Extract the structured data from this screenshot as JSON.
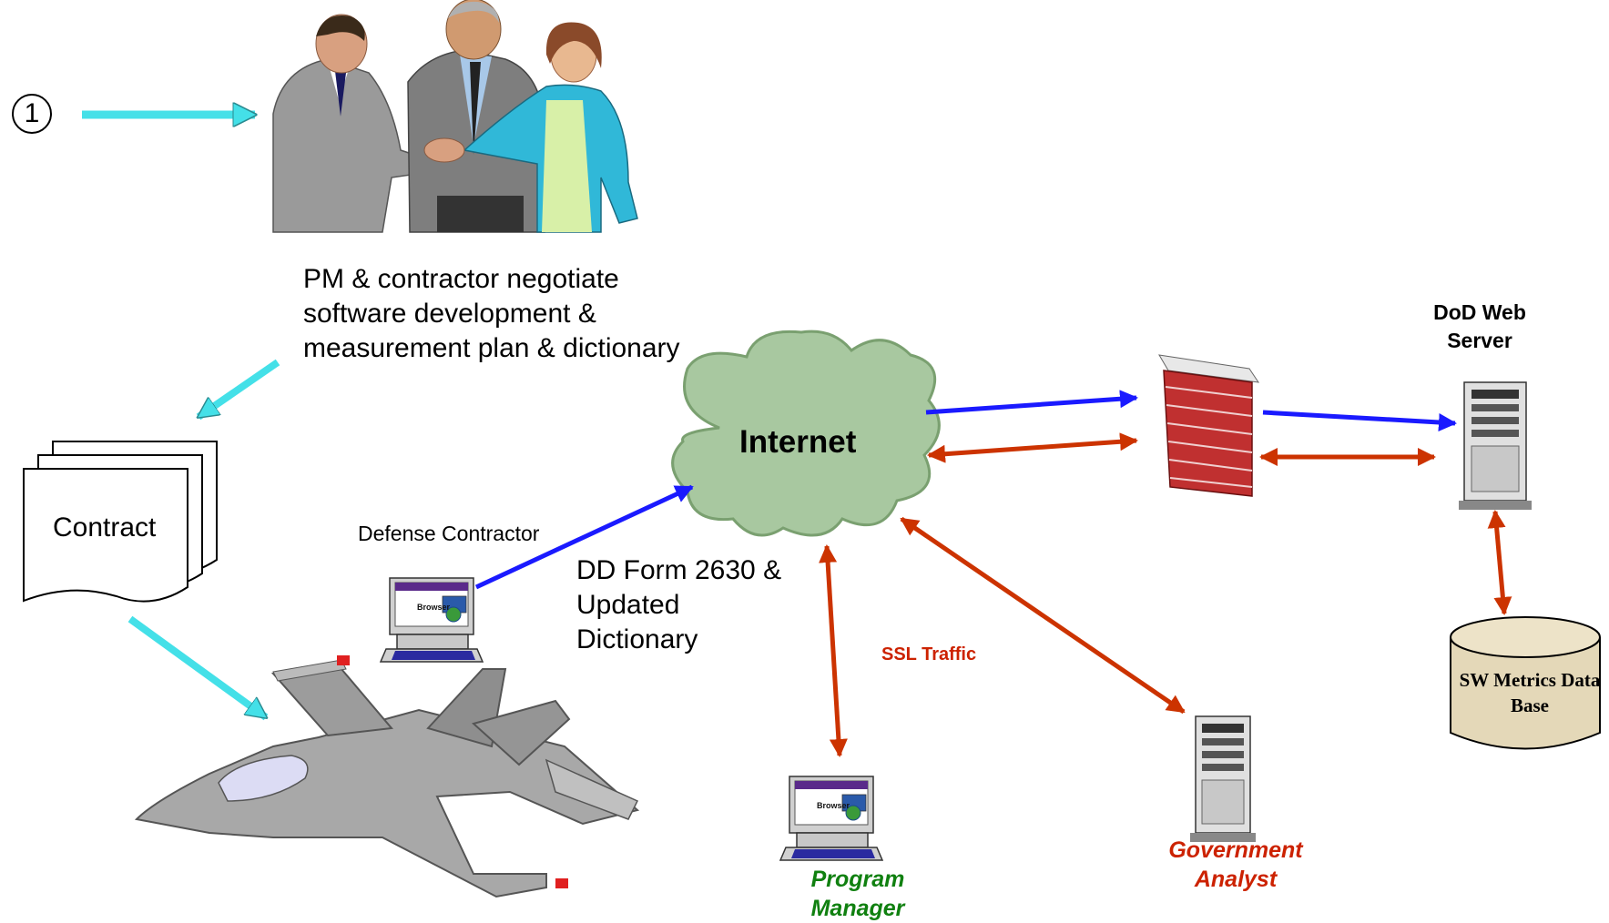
{
  "diagram": {
    "step_marker": "1",
    "negotiation_text": "PM & contractor negotiate software development & measurement plan & dictionary",
    "contract_label": "Contract",
    "defense_contractor_label": "Defense Contractor",
    "form_text": "DD Form 2630 & Updated Dictionary",
    "internet_label": "Internet",
    "ssl_label": "SSL Traffic",
    "dod_server_label": "DoD Web Server",
    "database_label": "SW Metrics Data Base",
    "program_manager_label": "Program Manager",
    "government_analyst_label": "Government Analyst",
    "browser_label": "Browser"
  },
  "colors": {
    "blue_arrow": "#1a1aff",
    "red_arrow": "#cc3300",
    "cyan_arrow": "#44e0e8",
    "cloud": "#a8c8a0",
    "firewall_brick": "#c03030",
    "pm_green": "#108010",
    "analyst_red": "#cc2200"
  }
}
